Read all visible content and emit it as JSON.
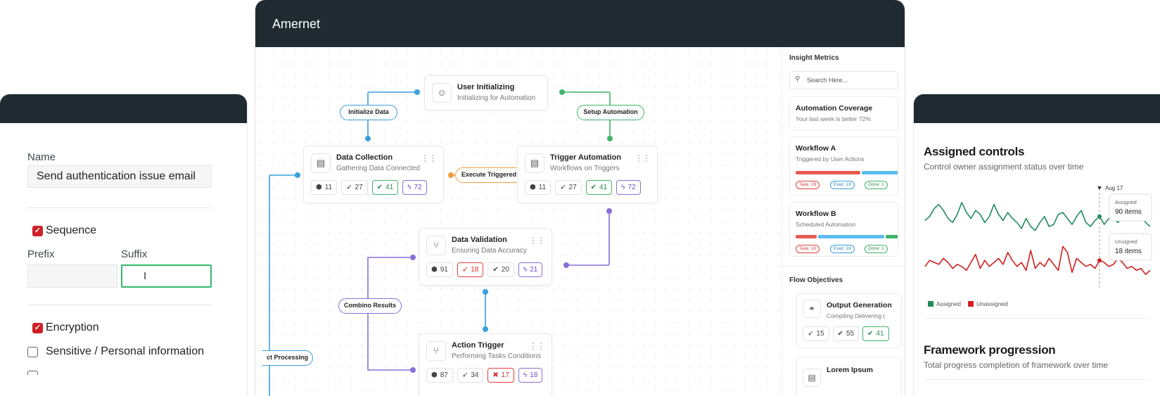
{
  "left_panel": {
    "name_label": "Name",
    "name_value": "Send authentication issue email",
    "sequence_label": "Sequence",
    "prefix_label": "Prefix",
    "suffix_label": "Suffix",
    "encryption_label": "Encryption",
    "sensitive_label": "Sensitive / Personal information"
  },
  "center_panel": {
    "app_title": "Amernet",
    "nodes": {
      "user_init": {
        "title": "User Initializing",
        "sub": "Initializing for Automation"
      },
      "data_collection": {
        "title": "Data Collection",
        "sub": "Gathering Data Connected",
        "c1": "11",
        "c2": "27",
        "c3": "41",
        "c4": "72"
      },
      "trigger_automation": {
        "title": "Trigger Automation",
        "sub": "Workflows on Triggers",
        "c1": "11",
        "c2": "27",
        "c3": "41",
        "c4": "72"
      },
      "data_validation": {
        "title": "Data Validation",
        "sub": "Ensuring Data Accuracy",
        "c1": "91",
        "c2": "18",
        "c3": "20",
        "c4": "21"
      },
      "action_trigger": {
        "title": "Action Trigger",
        "sub": "Performing Tasks Conditions",
        "c1": "87",
        "c2": "34",
        "c3": "17",
        "c4": "18"
      }
    },
    "pills": {
      "initialize_data": "Initialize Data",
      "setup_automation": "Setup Automation",
      "execute_triggered": "Execute Triggered",
      "combine_results": "Combino Results",
      "act_processing": "ct Processing"
    },
    "sidebar": {
      "insight_title": "Insight Metrics",
      "search_placeholder": "Search Here...",
      "coverage_title": "Automation Coverage",
      "coverage_sub": "Your last week is better 72%",
      "wfa_title": "Workflow A",
      "wfa_sub": "Triggered by User Actions",
      "wfa_tags": [
        "Task: 29",
        "Exec: 10",
        "Done: 1"
      ],
      "wfb_title": "Workflow B",
      "wfb_sub": "Scheduled Automation",
      "wfb_tags": [
        "Task: 10",
        "Exec: 33",
        "Done: 1"
      ],
      "objectives_title": "Flow Objectives",
      "output_title": "Output Generation",
      "output_sub": "Compiling Delivering (",
      "output_c1": "15",
      "output_c2": "55",
      "output_c3": "41",
      "lorem_title": "Lorem Ipsum"
    }
  },
  "right_panel": {
    "assigned_title": "Assigned controls",
    "assigned_sub": "Control owner assignment status over time",
    "tooltip_date": "Aug 17",
    "tooltip_assigned_label": "Assigned",
    "tooltip_assigned_value": "90 items",
    "tooltip_unassigned_label": "Unsigned",
    "tooltip_unassigned_value": "18 items",
    "legend_assigned": "Assigned",
    "legend_unassigned": "Unassigned",
    "framework_title": "Framework progression",
    "framework_sub": "Total progress completion of framework over time",
    "colors": {
      "assigned": "#1f8a5c",
      "unassigned": "#d01f1f"
    }
  },
  "chart_data": {
    "type": "line",
    "title": "Assigned controls",
    "subtitle": "Control owner assignment status over time",
    "series": [
      {
        "name": "Assigned",
        "values": [
          68,
          72,
          80,
          84,
          78,
          70,
          66,
          74,
          86,
          76,
          70,
          78,
          74,
          66,
          72,
          84,
          74,
          68,
          76,
          70,
          66,
          60,
          70,
          62,
          58,
          66,
          72,
          62,
          64,
          74,
          76,
          70,
          64,
          72,
          78,
          66,
          62,
          68,
          72,
          64,
          70,
          70,
          66,
          72,
          76,
          72,
          78,
          74,
          66,
          62
        ]
      },
      {
        "name": "Unassigned",
        "values": [
          22,
          28,
          26,
          24,
          30,
          26,
          20,
          24,
          22,
          18,
          26,
          34,
          20,
          28,
          22,
          26,
          30,
          24,
          36,
          28,
          22,
          26,
          18,
          38,
          20,
          26,
          22,
          30,
          24,
          18,
          42,
          36,
          16,
          30,
          26,
          22,
          24,
          20,
          28,
          26,
          22,
          24,
          30,
          26,
          20,
          22,
          18,
          20,
          14,
          18
        ]
      }
    ],
    "ylim": [
      0,
      100
    ]
  }
}
